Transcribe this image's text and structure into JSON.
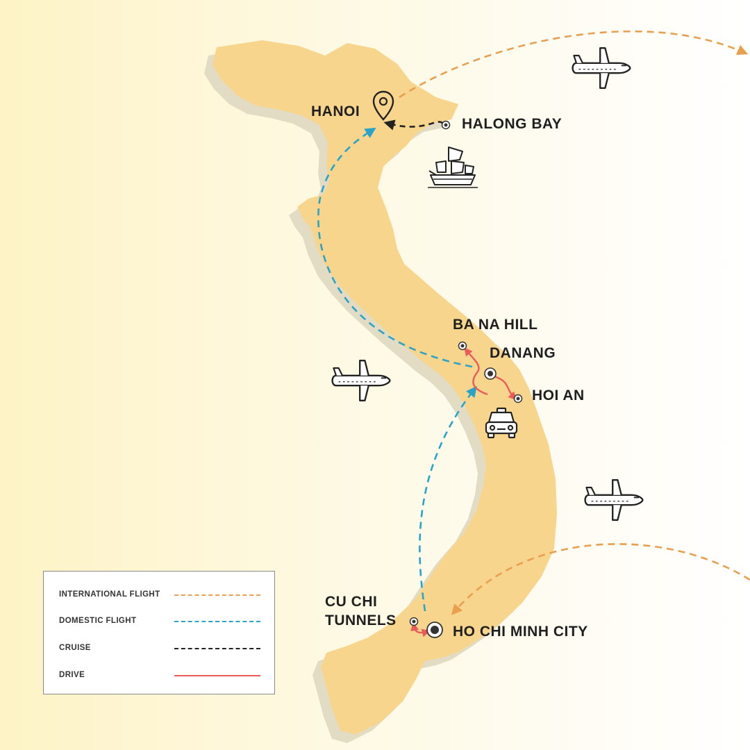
{
  "places": {
    "hanoi": "HANOI",
    "halong_bay": "HALONG BAY",
    "ba_na_hill": "BA NA HILL",
    "danang": "DANANG",
    "hoi_an": "HOI AN",
    "cu_chi_line1": "CU CHI",
    "cu_chi_line2": "TUNNELS",
    "ho_chi_minh_city": "HO CHI MINH CITY"
  },
  "legend": {
    "items": [
      {
        "label": "INTERNATIONAL FLIGHT",
        "color": "#e8a050",
        "style": "dashed"
      },
      {
        "label": "DOMESTIC FLIGHT",
        "color": "#2aa3c8",
        "style": "dashed"
      },
      {
        "label": "CRUISE",
        "color": "#222222",
        "style": "dashed"
      },
      {
        "label": "DRIVE",
        "color": "#ea5a5a",
        "style": "solid"
      }
    ]
  },
  "icons": [
    "airplane-icon",
    "boat-icon",
    "taxi-icon",
    "map-pin-icon"
  ],
  "colors": {
    "land": "#f8d58c",
    "land_shadow": "#e3dcc4",
    "international_flight": "#e8a050",
    "domestic_flight": "#2aa3c8",
    "cruise": "#222222",
    "drive": "#ea5a5a"
  }
}
